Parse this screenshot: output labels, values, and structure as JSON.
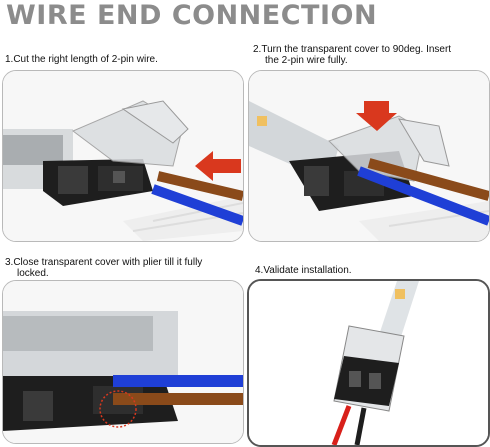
{
  "title": "WIRE END CONNECTION",
  "steps": [
    {
      "line1": "1.Cut the right length of 2-pin wire.",
      "line2": ""
    },
    {
      "line1": "2.Turn the transparent cover to 90deg. Insert",
      "line2": "the 2-pin wire fully."
    },
    {
      "line1": "3.Close transparent cover with plier till it fully",
      "line2": "locked."
    },
    {
      "line1": "4.Validate installation.",
      "line2": ""
    }
  ],
  "colors": {
    "title": "#8c8c8c",
    "arrow": "#d9381e",
    "wire_blue": "#1f3fd6",
    "wire_brown": "#8a4a1a",
    "connector_dark": "#1e1e1e",
    "wire_red": "#d8201a"
  }
}
